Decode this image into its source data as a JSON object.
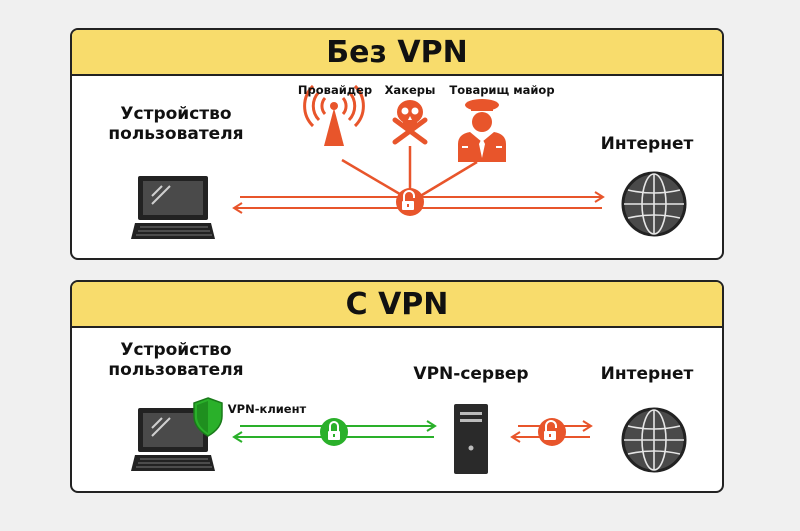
{
  "without_vpn": {
    "title": "Без VPN",
    "device_label_line1": "Устройство",
    "device_label_line2": "пользователя",
    "threats": [
      "Провайдер",
      "Хакеры",
      "Товарищ майор"
    ],
    "internet_label": "Интернет"
  },
  "with_vpn": {
    "title": "С VPN",
    "device_label_line1": "Устройство",
    "device_label_line2": "пользователя",
    "client_label": "VPN-клиент",
    "server_label": "VPN-сервер",
    "internet_label": "Интернет"
  },
  "colors": {
    "banner": "#f8dc6c",
    "danger": "#e8552b",
    "safe": "#2ab02a",
    "dark": "#222222"
  },
  "icons": [
    "laptop-icon",
    "antenna-icon",
    "skull-icon",
    "officer-icon",
    "unlocked-padlock-icon",
    "globe-icon",
    "shield-icon",
    "locked-padlock-icon",
    "server-icon"
  ]
}
